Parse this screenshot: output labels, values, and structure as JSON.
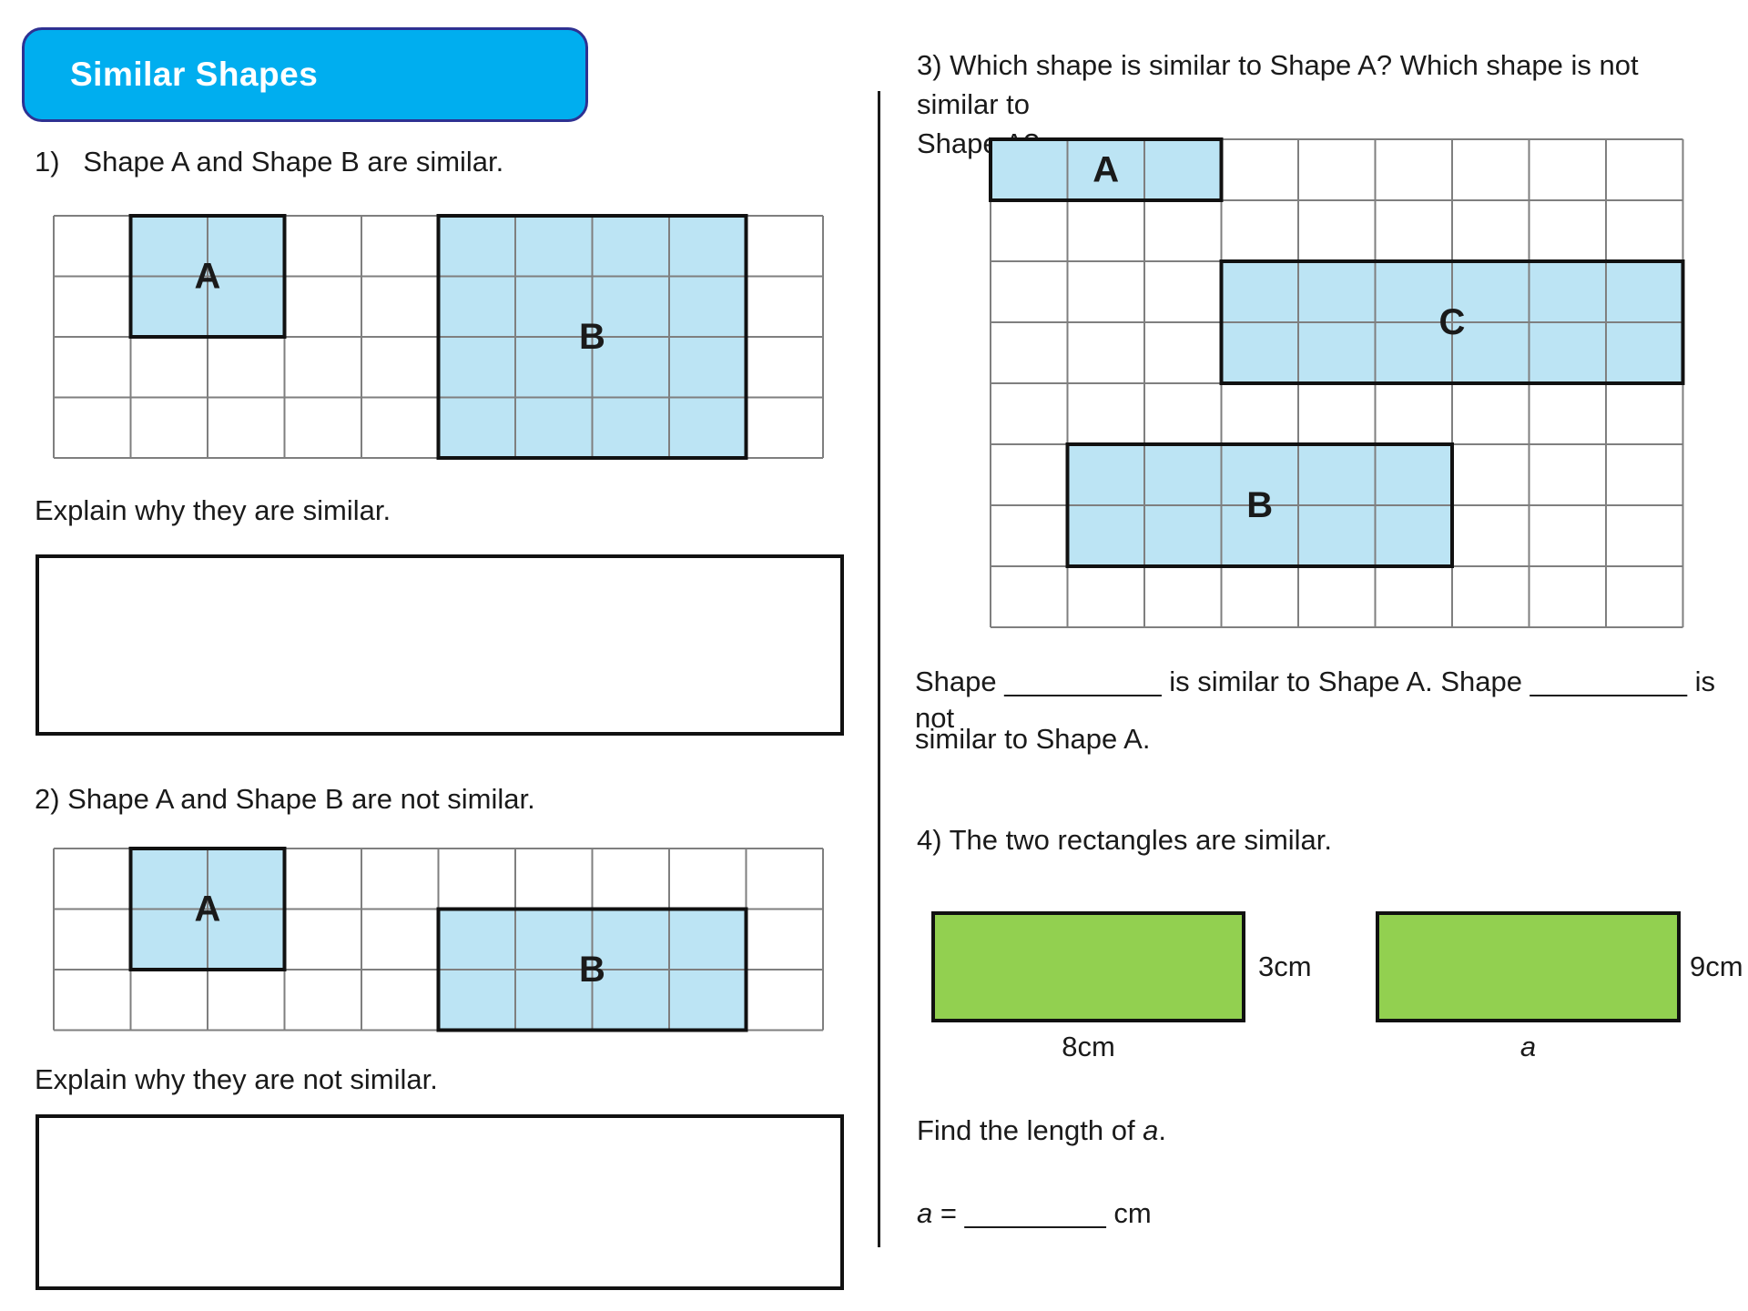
{
  "header": {
    "title": "Similar Shapes"
  },
  "colors": {
    "header_bg": "#00AEEF",
    "header_border": "#2E3192",
    "header_text": "#FFFFFF",
    "shape_fill": "#BCE4F4",
    "shape_border": "#111111",
    "grid_line": "#7F7F7F",
    "green_fill": "#92D050",
    "box_border": "#111111",
    "divider": "#1A1A1A",
    "ink": "#1A1A1A"
  },
  "q1": {
    "heading": "1)   Shape A and Shape B are similar.",
    "explain": "Explain why they are similar."
  },
  "q2": {
    "heading": "2) Shape A and Shape B are not similar.",
    "explain": "Explain why they are not similar."
  },
  "q3": {
    "heading_line1": "3) Which shape is similar to Shape A? Which shape is not similar to",
    "heading_line2": "Shape A?",
    "fill_line1": "Shape __________ is similar to Shape A. Shape __________ is not",
    "fill_line2": "similar to Shape A."
  },
  "q4": {
    "heading": "4) The two rectangles are similar.",
    "rect1_side": "3cm",
    "rect1_bottom": "8cm",
    "rect2_side": "9cm",
    "rect2_bottom": "a",
    "find_prefix": "Find the length of ",
    "find_var": "a",
    "find_suffix": ".",
    "ans_var": "a",
    "ans_eq": " = ",
    "ans_blank": "_________",
    "ans_unit": " cm"
  },
  "grids": {
    "q1": {
      "cols": 10,
      "rows": 4,
      "cellW": 84.5,
      "cellH": 66.5,
      "shapes": [
        {
          "label": "A",
          "col": 1,
          "row": 0,
          "w": 2,
          "h": 2
        },
        {
          "label": "B",
          "col": 5,
          "row": 0,
          "w": 4,
          "h": 4
        }
      ]
    },
    "q2": {
      "cols": 10,
      "rows": 3,
      "cellW": 84.5,
      "cellH": 66.5,
      "shapes": [
        {
          "label": "A",
          "col": 1,
          "row": 0,
          "w": 2,
          "h": 2
        },
        {
          "label": "B",
          "col": 5,
          "row": 1,
          "w": 4,
          "h": 2
        }
      ]
    },
    "q3": {
      "cols": 9,
      "rows": 8,
      "cellW": 84.5,
      "cellH": 67,
      "shapes": [
        {
          "label": "A",
          "col": 0,
          "row": 0,
          "w": 3,
          "h": 1
        },
        {
          "label": "C",
          "col": 3,
          "row": 2,
          "w": 6,
          "h": 2
        },
        {
          "label": "B",
          "col": 1,
          "row": 5,
          "w": 5,
          "h": 2
        }
      ]
    }
  }
}
